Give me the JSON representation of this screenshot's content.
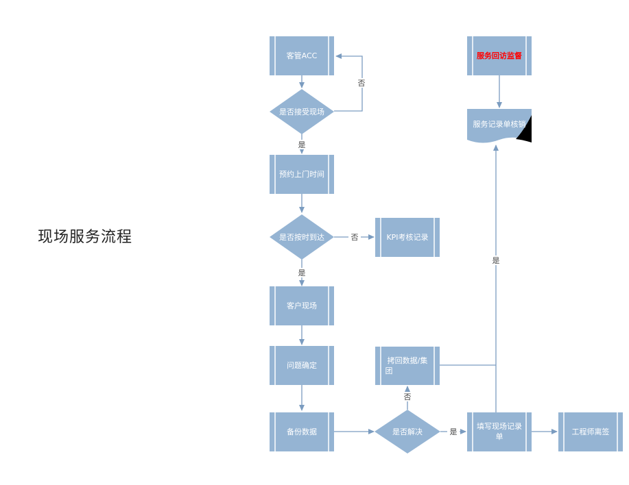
{
  "title": "现场服务流程",
  "nodes": {
    "acc": "客管ACC",
    "accept_onsite": "是否接受现场",
    "schedule_visit": "预约上门时间",
    "on_time": "是否按时到达",
    "kpi_record": "KPI考核记录",
    "customer_site": "客户现场",
    "problem_confirm": "问题确定",
    "backup_data": "备份数据",
    "resolved": "是否解决",
    "copy_back_line1": "拷回数据/集",
    "copy_back_line2": "团",
    "fill_record_line1": "填写现场记录",
    "fill_record_line2": "单",
    "engineer_sign": "工程师离签",
    "monitor": "服务回访监督",
    "record_audit": "服务记录单核销"
  },
  "edge_labels": {
    "no_accept": "否",
    "yes_accept": "是",
    "no_on_time": "否",
    "yes_on_time": "是",
    "no_resolved": "否",
    "yes_resolved": "是",
    "yes_audit": "是"
  },
  "colors": {
    "node_fill": "#95b4d3",
    "node_stripe": "#ffffff",
    "edge": "#7b9cc0",
    "monitor_text": "#ff0000"
  }
}
